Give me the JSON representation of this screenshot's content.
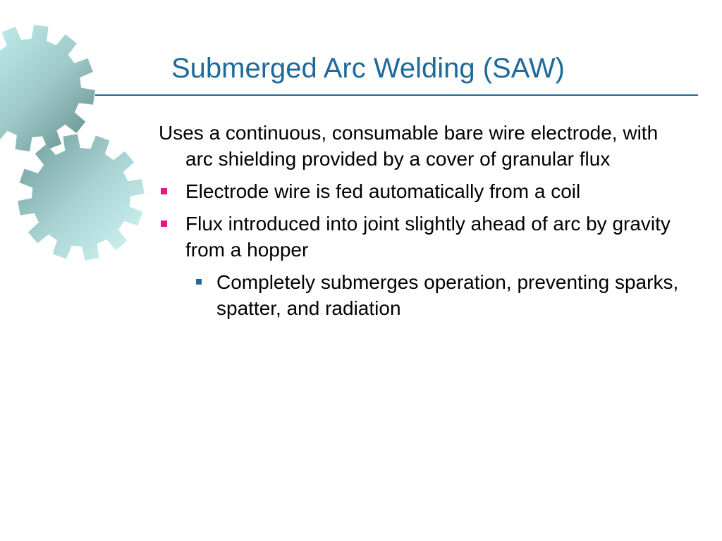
{
  "slide": {
    "title": "Submerged Arc Welding (SAW)",
    "accent_color": "#1e6a9a",
    "bullet_color": "#e8177e"
  },
  "content": {
    "items": [
      {
        "level": 0,
        "text": "Uses a continuous, consumable bare wire electrode, with arc shielding provided by a cover of granular flux"
      },
      {
        "level": 1,
        "text": "Electrode wire is fed automatically from a coil"
      },
      {
        "level": 1,
        "text": "Flux introduced into joint slightly ahead of arc by gravity from a hopper"
      },
      {
        "level": 2,
        "text": "Completely submerges operation, preventing sparks, spatter, and radiation"
      }
    ]
  },
  "decoration": {
    "icon": "gears-icon",
    "gear_colors": [
      "#c6f4f4",
      "#6f9a9a"
    ]
  }
}
